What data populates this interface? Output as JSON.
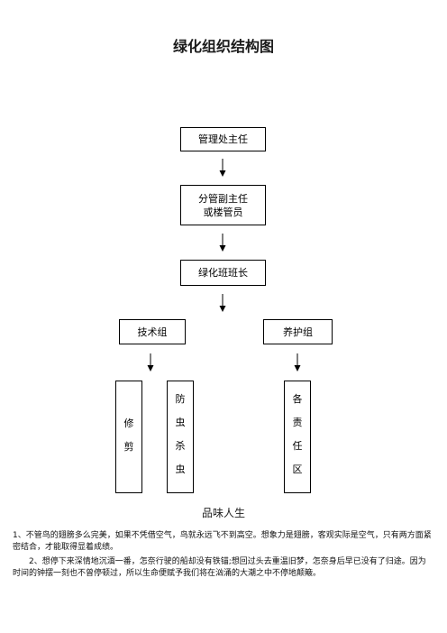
{
  "doc": {
    "title": "绿化组织结构图",
    "org": {
      "level1": "管理处主任",
      "level2_line1": "分管副主任",
      "level2_line2": "或楼管员",
      "level3": "绿化班班长",
      "group_left": "技术组",
      "group_right": "养护组",
      "leaf1": [
        "修",
        "剪"
      ],
      "leaf2": [
        "防",
        "虫",
        "杀",
        "虫"
      ],
      "leaf3": [
        "各",
        "责",
        "任",
        "区"
      ]
    },
    "subtitle": "品味人生",
    "paragraph1": "1、不管鸟的翅膀多么完美，如果不凭借空气，鸟就永远飞不到高空。想象力是翅膀，客观实际是空气，只有两方面紧密结合，才能取得显着成绩。",
    "paragraph2": "2、想停下来深情地沉湎一番，怎奈行驶的船却没有铁锚;想回过头去重温旧梦，怎奈身后早已没有了归途。因为时间的钟摆一刻也不曾停顿过，所以生命便赋予我们将在汹涌的大潮之中不停地颠簸。"
  }
}
